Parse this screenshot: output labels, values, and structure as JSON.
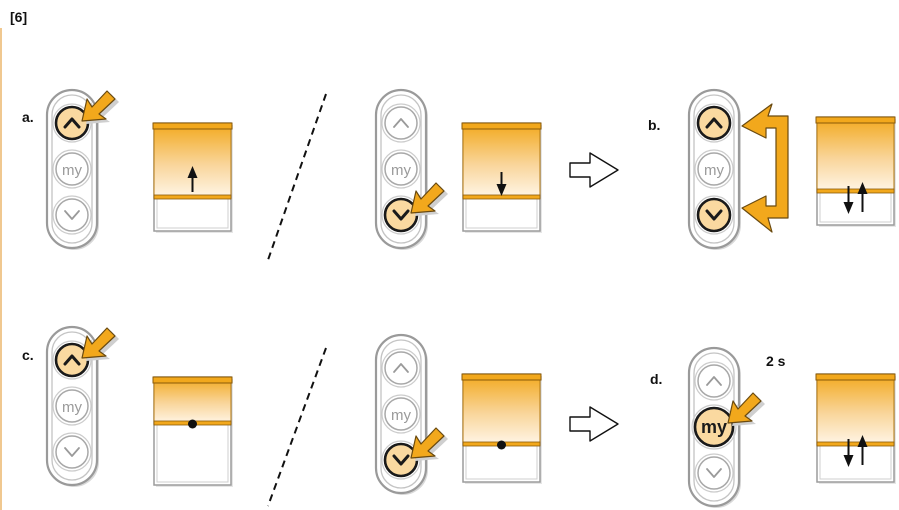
{
  "header": {
    "figure_number": "[6]"
  },
  "steps": [
    {
      "label": "a."
    },
    {
      "label": "b."
    },
    {
      "label": "c."
    },
    {
      "label": "d.",
      "hold_time": "2 s"
    }
  ],
  "remote": {
    "up_icon": "chevron-up-icon",
    "down_icon": "chevron-down-icon",
    "my_label": "my"
  },
  "colors": {
    "accent": "#f2a81c",
    "accent_light": "#fbe3ba",
    "pressed_button": "#fad9a0",
    "remote_outline": "#9a9a9a",
    "rule": "#f0c890"
  }
}
